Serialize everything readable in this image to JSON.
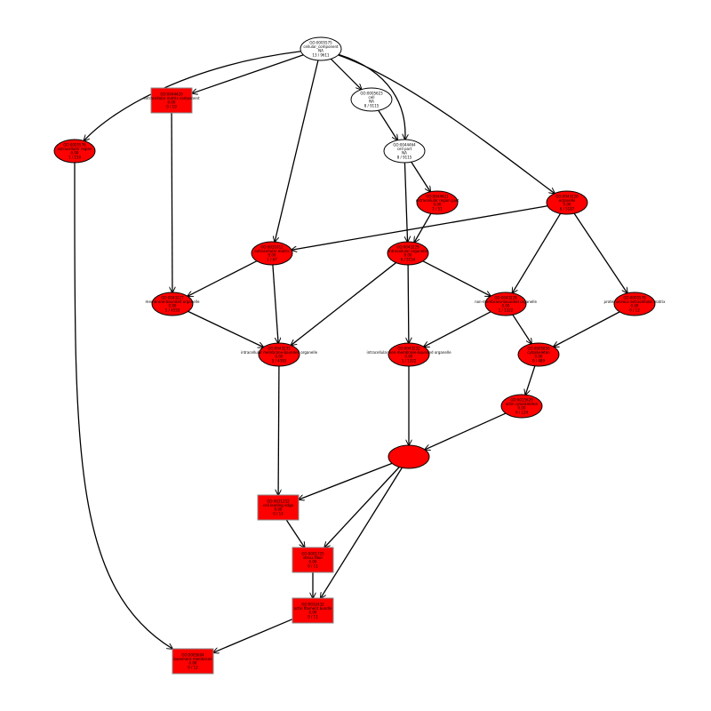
{
  "colors": {
    "significant": "#ff0000",
    "plain": "#ffffff",
    "edge": "#000000"
  },
  "graph": {
    "nodes": [
      {
        "id": "n_root",
        "shape": "oval",
        "fill": "plain",
        "lines": [
          "GO:0005575",
          "cellular_component",
          "NA",
          "13 / 9611"
        ]
      },
      {
        "id": "n_cell",
        "shape": "oval",
        "fill": "plain",
        "lines": [
          "GO:0005623",
          "cell",
          "NA",
          "8 / 9115"
        ]
      },
      {
        "id": "n_cellpart",
        "shape": "oval",
        "fill": "plain",
        "lines": [
          "GO:0044464",
          "cell part",
          "NA",
          "8 / 9115"
        ]
      },
      {
        "id": "n_topleft",
        "shape": "rect",
        "fill": "significant",
        "lines": [
          "GO:0044420",
          "extracellular matrix component",
          "0.00",
          "0 / 19"
        ]
      },
      {
        "id": "n_leftoval",
        "shape": "oval",
        "fill": "significant",
        "lines": [
          "GO:0005576",
          "extracellular region",
          "0.00",
          "1 / 150"
        ]
      },
      {
        "id": "n_d",
        "shape": "oval",
        "fill": "significant",
        "lines": [
          "GO:0044421",
          "extracellular region part",
          "0.00",
          "1 / 51"
        ]
      },
      {
        "id": "n_b",
        "shape": "oval",
        "fill": "significant",
        "lines": [
          "GO:0043226",
          "organelle",
          "0.00",
          "6 / 5187"
        ]
      },
      {
        "id": "n_a",
        "shape": "oval",
        "fill": "significant",
        "lines": [
          "GO:0031012",
          "extracellular matrix",
          "0.00",
          "1 / 67"
        ]
      },
      {
        "id": "n_c",
        "shape": "oval",
        "fill": "significant",
        "lines": [
          "GO:0043229",
          "intracellular organelle",
          "0.00",
          "6 / 5154"
        ]
      },
      {
        "id": "n_e",
        "shape": "oval",
        "fill": "significant",
        "lines": [
          "GO:0043227",
          "membrane-bounded organelle",
          "0.00",
          "5 / 4555"
        ]
      },
      {
        "id": "n_f",
        "shape": "oval",
        "fill": "significant",
        "lines": [
          "GO:0005578",
          "proteinaceous extracellular matrix",
          "0.00",
          "0 / 12"
        ]
      },
      {
        "id": "n_g",
        "shape": "oval",
        "fill": "significant",
        "lines": [
          "GO:0043228",
          "non-membrane-bounded organelle",
          "0.00",
          "1 / 1322"
        ]
      },
      {
        "id": "n_h",
        "shape": "oval",
        "fill": "significant",
        "lines": [
          "GO:0043231",
          "intracellular membrane-bounded organelle",
          "0.00",
          "5 / 4393"
        ]
      },
      {
        "id": "n_i",
        "shape": "oval",
        "fill": "significant",
        "lines": [
          "GO:0043232",
          "intracellular non-membrane-bounded organelle",
          "0.00",
          "1 / 1322"
        ]
      },
      {
        "id": "n_j",
        "shape": "oval",
        "fill": "significant",
        "lines": [
          "GO:0005856",
          "cytoskeleton",
          "0.00",
          "0 / 489"
        ]
      },
      {
        "id": "n_k",
        "shape": "oval",
        "fill": "significant",
        "lines": [
          "GO:0015629",
          "actin cytoskeleton",
          "0.00",
          "0 / 124"
        ]
      },
      {
        "id": "n_r1",
        "shape": "rect",
        "fill": "significant",
        "lines": [
          "GO:0031252",
          "cell leading edge",
          "0.00",
          "0 / 14"
        ]
      },
      {
        "id": "n_r2",
        "shape": "rect",
        "fill": "significant",
        "lines": [
          "GO:0001725",
          "stress fiber",
          "0.00",
          "0 / 11"
        ]
      },
      {
        "id": "n_r3",
        "shape": "rect",
        "fill": "significant",
        "lines": [
          "GO:0032432",
          "actin filament bundle",
          "0.00",
          "0 / 11"
        ]
      },
      {
        "id": "n_bottom",
        "shape": "rect",
        "fill": "significant",
        "lines": [
          "GO:0005604",
          "basement membrane",
          "0.00",
          "0 / 12"
        ]
      }
    ],
    "edges": [
      [
        "n_root",
        "n_leftoval"
      ],
      [
        "n_root",
        "n_topleft"
      ],
      [
        "n_root",
        "n_cell"
      ],
      [
        "n_root",
        "n_cellpart"
      ],
      [
        "n_root",
        "n_a"
      ],
      [
        "n_root",
        "n_b"
      ],
      [
        "n_cell",
        "n_cellpart"
      ],
      [
        "n_cellpart",
        "n_d"
      ],
      [
        "n_cellpart",
        "n_c"
      ],
      [
        "n_b",
        "n_a"
      ],
      [
        "n_b",
        "n_g"
      ],
      [
        "n_b",
        "n_f"
      ],
      [
        "n_d",
        "n_c"
      ],
      [
        "n_a",
        "n_e"
      ],
      [
        "n_a",
        "n_h"
      ],
      [
        "n_topleft",
        "n_e"
      ],
      [
        "n_c",
        "n_h"
      ],
      [
        "n_c",
        "n_i"
      ],
      [
        "n_c",
        "n_g"
      ],
      [
        "n_e",
        "n_h"
      ],
      [
        "n_g",
        "n_i"
      ],
      [
        "n_g",
        "n_j"
      ],
      [
        "n_f",
        "n_j"
      ],
      [
        "n_j",
        "n_k"
      ],
      [
        "n_i",
        "n_l"
      ],
      [
        "n_h",
        "n_r1"
      ],
      [
        "n_k",
        "n_l"
      ],
      [
        "n_l",
        "n_r1"
      ],
      [
        "n_l",
        "n_r2"
      ],
      [
        "n_l",
        "n_r3"
      ],
      [
        "n_r1",
        "n_r2"
      ],
      [
        "n_r2",
        "n_r3"
      ],
      [
        "n_r3",
        "n_bottom"
      ],
      [
        "n_leftoval",
        "n_bottom"
      ]
    ]
  }
}
